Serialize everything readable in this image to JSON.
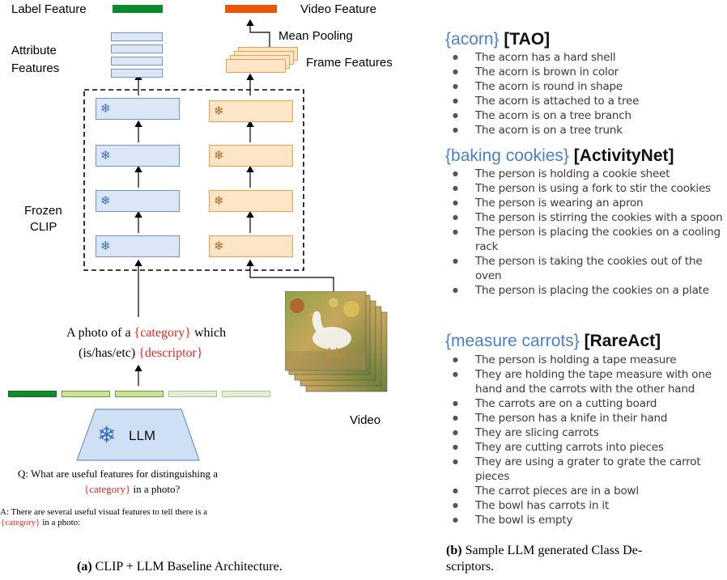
{
  "left": {
    "label_feature": "Label Feature",
    "attribute_features_line1": "Attribute",
    "attribute_features_line2": "Features",
    "video_feature": "Video Feature",
    "mean_pooling": "Mean Pooling",
    "frame_features": "Frame Features",
    "frozen_clip_line1": "Frozen",
    "frozen_clip_line2": "CLIP",
    "prompt_line1_prefix": "A photo of a",
    "prompt_line1_category": "{category}",
    "prompt_line1_suffix": "which",
    "prompt_line2_prefix": "(is/has/etc)",
    "prompt_line2_descriptor": "{descriptor}",
    "video_label": "Video",
    "llm_label": "LLM",
    "question_line1": "Q: What are useful features for distinguishing a",
    "question_line2_category": "{category}",
    "question_line2_suffix": "in a photo?",
    "answer_line1": "A: There are several useful visual features to tell there is a",
    "answer_line2_category": "{category}",
    "answer_line2_suffix": "in a photo:",
    "caption_label": "(a)",
    "caption_text": "CLIP + LLM Baseline Architecture."
  },
  "colors": {
    "label_feature": "#0a8a2a",
    "video_feature": "#e8560c",
    "accent_blue": "#4a7fcd",
    "accent_red": "#e3251f"
  },
  "right": {
    "sections": [
      {
        "category": "{acorn}",
        "dataset": "[TAO]",
        "items": [
          "The acorn has a hard shell",
          "The acorn is brown in color",
          "The acorn is round in shape",
          "The acorn is attached to a tree",
          " The acorn is on a tree branch",
          " The acorn is on a tree trunk"
        ]
      },
      {
        "category": "{baking cookies}",
        "dataset": "[ActivityNet]",
        "items": [
          "The person is holding a cookie sheet",
          "The person is using a fork to stir the cookies",
          "The person is wearing an apron",
          "The person is stirring the cookies with a spoon",
          "The person is placing the cookies on a cooling rack",
          "The person is taking the cookies out of the oven",
          "The person is placing the cookies on a plate"
        ]
      },
      {
        "category": "{measure carrots}",
        "dataset": "[RareAct]",
        "items": [
          "The person is holding a tape measure",
          "They are holding the tape measure with one hand and the carrots with the other hand",
          "The carrots are on a cutting board",
          "The person has a knife in their hand",
          "They are slicing carrots",
          "They are cutting carrots into pieces",
          "They are using a grater to grate the carrot pieces",
          "The carrot pieces are in a bowl",
          "The bowl has carrots in it",
          "The bowl is empty"
        ]
      }
    ],
    "caption_label": "(b)",
    "caption_text_line1": "Sample LLM generated Class De-",
    "caption_text_line2": "scriptors."
  }
}
